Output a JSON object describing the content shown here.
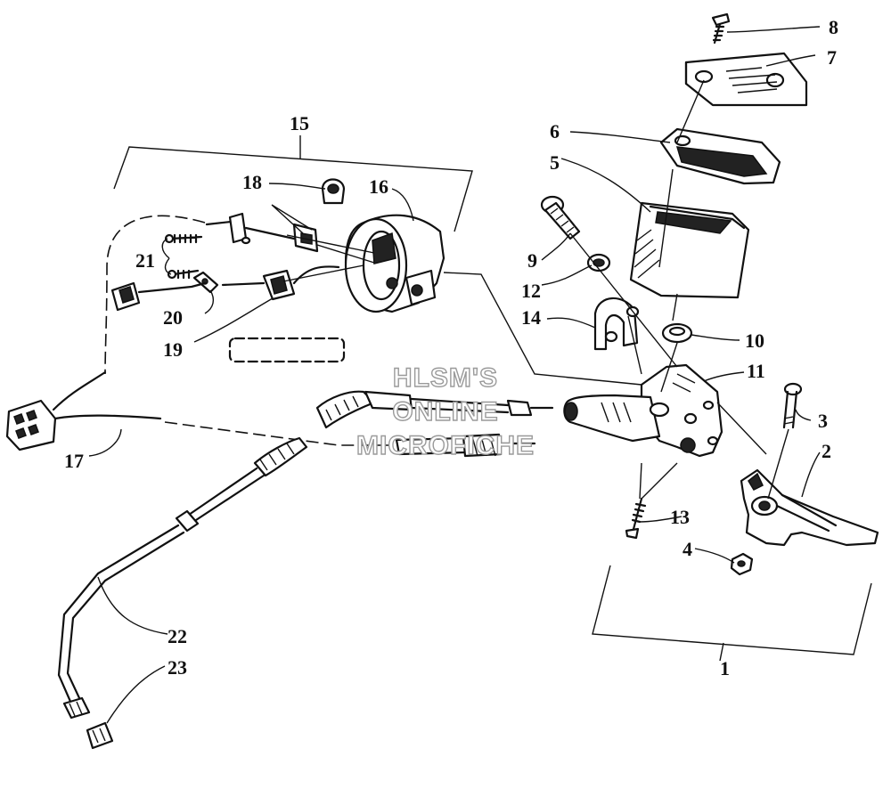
{
  "diagram": {
    "callouts": [
      "1",
      "2",
      "3",
      "4",
      "5",
      "6",
      "7",
      "8",
      "9",
      "10",
      "11",
      "12",
      "13",
      "14",
      "15",
      "16",
      "17",
      "18",
      "19",
      "20",
      "21",
      "22",
      "23"
    ],
    "watermark": [
      "HLSM'S",
      "ONLINE",
      "MICROFICHE"
    ]
  }
}
